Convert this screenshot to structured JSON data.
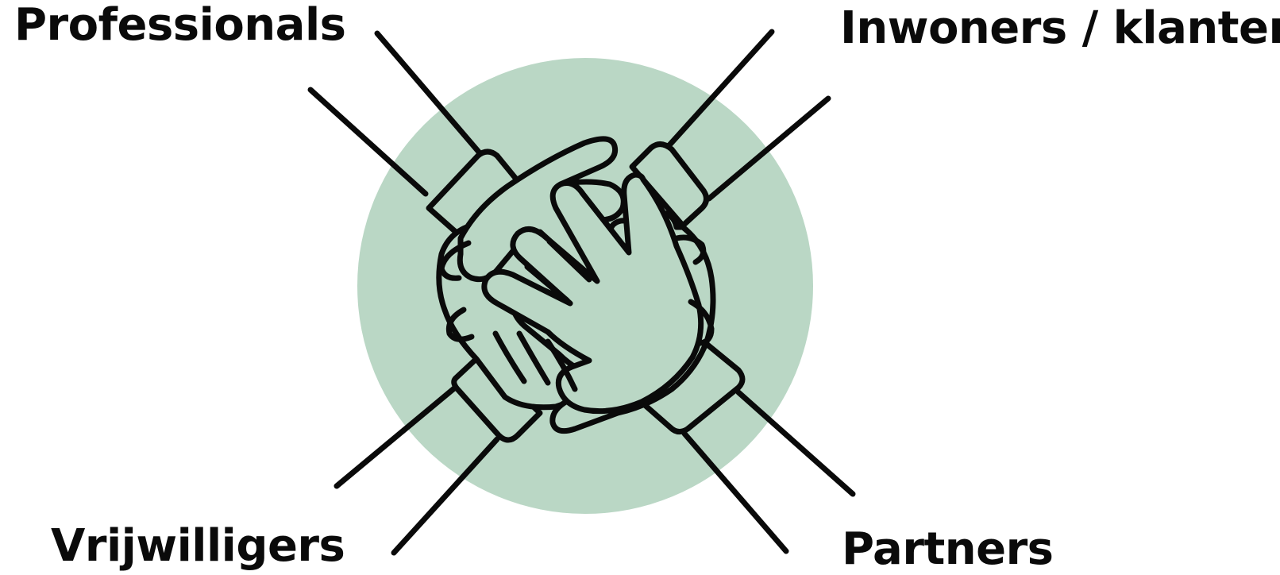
{
  "labels": {
    "top_left": "Professionals",
    "top_right": "Inwoners / klanten",
    "bottom_left": "Vrijwilligers",
    "bottom_right": "Partners"
  },
  "illustration": {
    "subject": "four-hands-stacked-icon",
    "circle_color": "#bad7c5",
    "line_color": "#0a0a0a"
  }
}
